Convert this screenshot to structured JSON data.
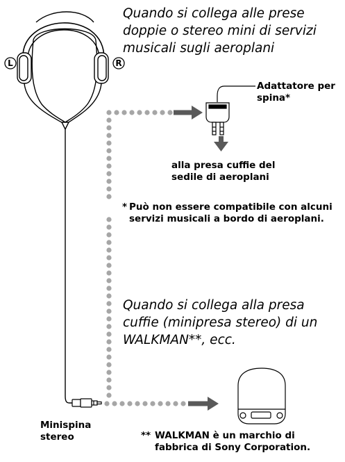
{
  "section1": {
    "heading": "Quando si collega alle prese\ndoppie o stereo mini di servizi\nmusicali sugli aeroplani"
  },
  "headphones": {
    "left_marker": "L",
    "right_marker": "R",
    "plug_label": "Minispina\nstereo"
  },
  "adapter": {
    "label": "Adattatore per\nspina*",
    "destination": "alla presa cuffie del\nsedile di aeroplani"
  },
  "footnote1": {
    "marker": "*",
    "text": "Può non essere compatibile con alcuni servizi musicali a bordo di aeroplani."
  },
  "section2": {
    "heading": "Quando si collega alla presa\ncuffie (minipresa stereo) di un\nWALKMAN**, ecc."
  },
  "footnote2": {
    "marker": "**",
    "text": "WALKMAN è un marchio di fabbrica di Sony Corporation."
  },
  "colors": {
    "dots": "#a6a6a6",
    "arrow": "#595959",
    "line": "#000000"
  }
}
